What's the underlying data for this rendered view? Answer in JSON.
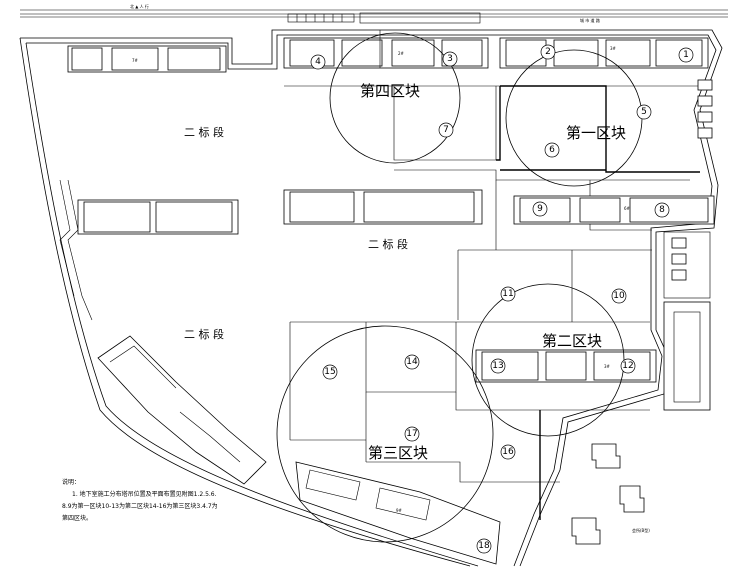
{
  "top_road_label": "北 ▲ 人 行",
  "top_street_label": "城 市 道 路",
  "zones": {
    "zone1": "第一区块",
    "zone2": "第二区块",
    "zone3": "第三区块",
    "zone4": "第四区块"
  },
  "green_labels": {
    "label_a": "二 标 段",
    "label_b": "二 标 段",
    "label_c": "二 标 段"
  },
  "circle_numbers": {
    "n1": "1",
    "n2": "2",
    "n3": "3",
    "n4": "4",
    "n5": "5",
    "n6": "6",
    "n7": "7",
    "n8": "8",
    "n9": "9",
    "n10": "10",
    "n11": "11",
    "n12": "12",
    "n13": "13",
    "n14": "14",
    "n15": "15",
    "n16": "16",
    "n17": "17",
    "n18": "18"
  },
  "building_tags": {
    "b1": "7#",
    "b2": "2#",
    "b3": "3#",
    "b4": "6#",
    "b5": "3#",
    "b6": "9#"
  },
  "notes": {
    "title": "说明：",
    "line1": "1. 地下室施工分布塔吊位置及平面布置见附图1.2.5.6.",
    "line2": "8.9为第一区块10-13为第二区块14-16为第三区块3.4.7为",
    "line3": "第四区块。"
  },
  "clubhouse_label": "会所(B型)"
}
